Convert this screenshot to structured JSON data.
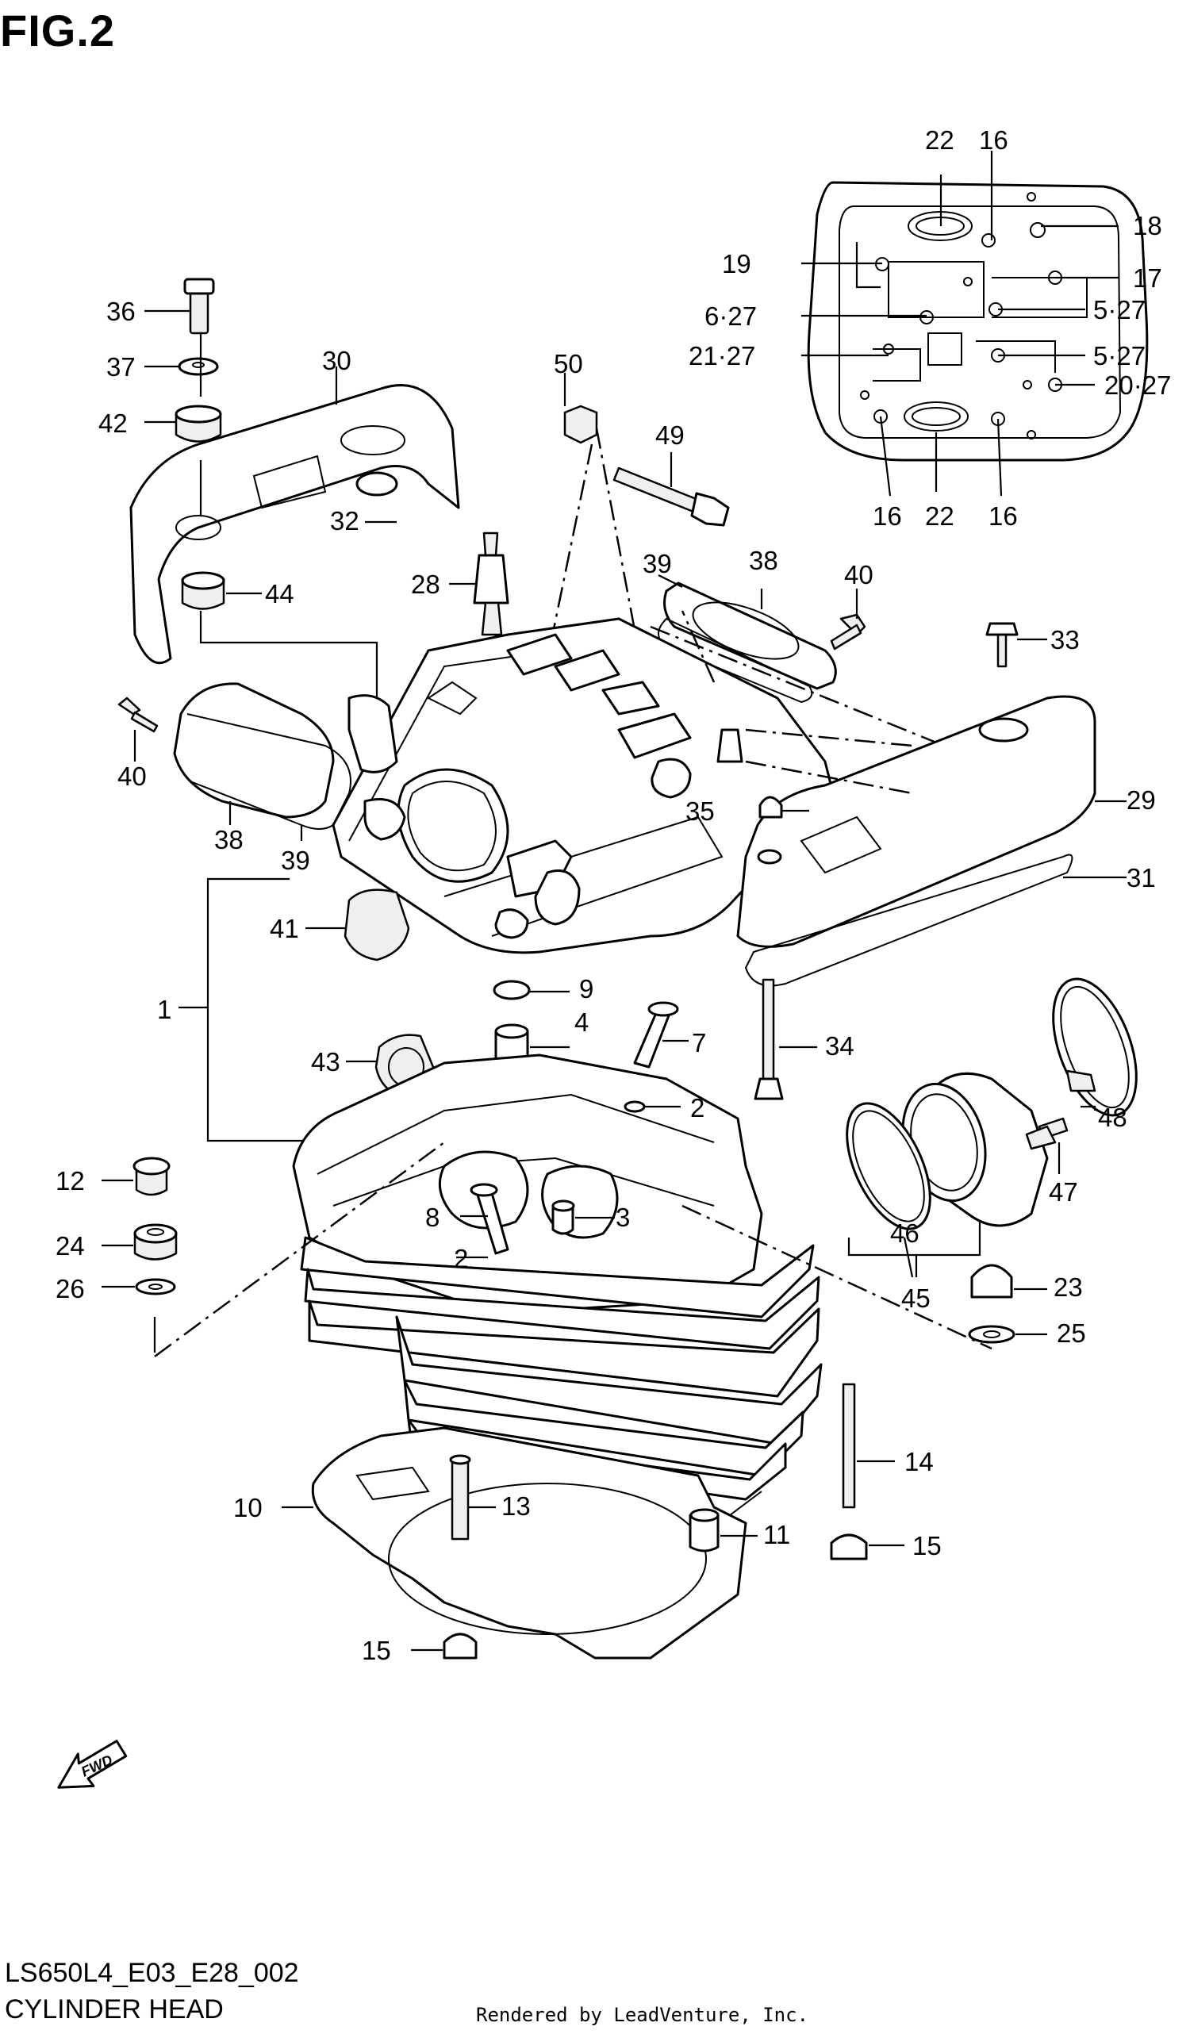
{
  "figure_label": "FIG.2",
  "model_code": "LS650L4_E03_E28_002",
  "section_title": "CYLINDER HEAD",
  "render_credit": "Rendered by LeadVenture, Inc.",
  "fwd_label": "FWD",
  "callouts": {
    "c22a": "22",
    "c16a": "16",
    "c18": "18",
    "c19": "19",
    "c17": "17",
    "c6_27": "6·27",
    "c5_27a": "5·27",
    "c21_27": "21·27",
    "c5_27b": "5·27",
    "c20_27": "20·27",
    "c16b": "16",
    "c22b": "22",
    "c16c": "16",
    "c36": "36",
    "c37": "37",
    "c42": "42",
    "c30": "30",
    "c32": "32",
    "c44": "44",
    "c50": "50",
    "c49": "49",
    "c28": "28",
    "c39a": "39",
    "c38a": "38",
    "c40a": "40",
    "c33": "33",
    "c40b": "40",
    "c38b": "38",
    "c39b": "39",
    "c35": "35",
    "c29": "29",
    "c31": "31",
    "c41": "41",
    "c9": "9",
    "c1": "1",
    "c4": "4",
    "c7": "7",
    "c43": "43",
    "c34": "34",
    "c2a": "2",
    "c48": "48",
    "c12": "12",
    "c8": "8",
    "c3": "3",
    "c47": "47",
    "c24": "24",
    "c2b": "2",
    "c46": "46",
    "c26": "26",
    "c45": "45",
    "c23": "23",
    "c25": "25",
    "c14": "14",
    "c10": "10",
    "c13": "13",
    "c11": "11",
    "c15a": "15",
    "c15b": "15"
  }
}
